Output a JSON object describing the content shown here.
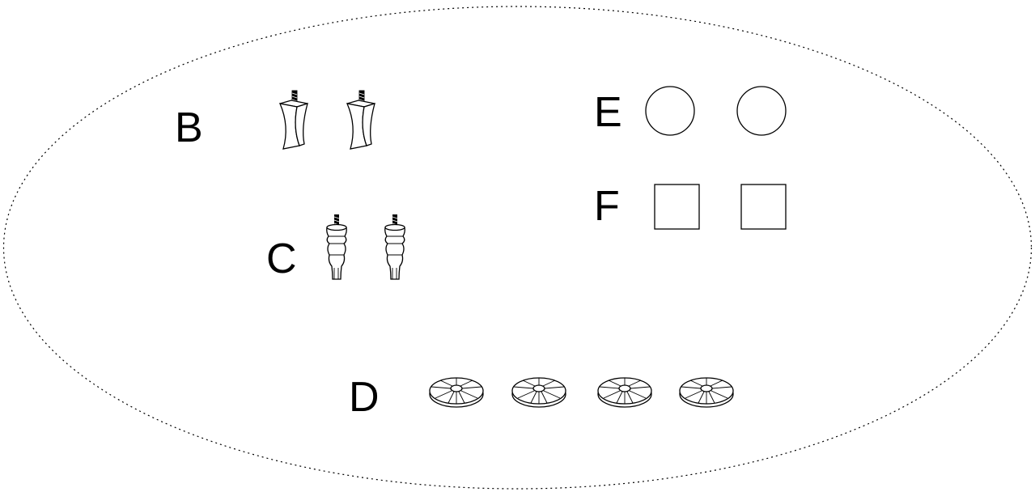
{
  "groups": {
    "B": {
      "label": "B",
      "item": "tapered-square-leg-icon",
      "count": 2
    },
    "C": {
      "label": "C",
      "item": "turned-round-leg-icon",
      "count": 2
    },
    "D": {
      "label": "D",
      "item": "glide-pad-icon",
      "count": 4
    },
    "E": {
      "label": "E",
      "item": "round-felt-pad-icon",
      "count": 2
    },
    "F": {
      "label": "F",
      "item": "square-felt-pad-icon",
      "count": 2
    }
  },
  "colors": {
    "ink": "#000000",
    "background": "#ffffff"
  },
  "boundary": "dotted-ellipse"
}
